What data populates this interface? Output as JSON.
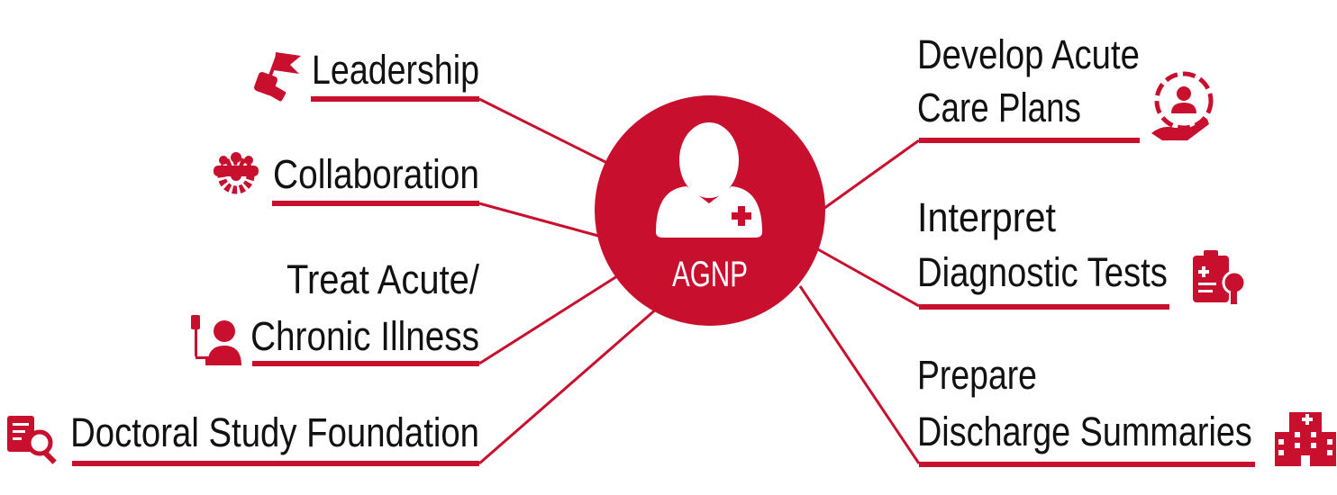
{
  "center": {
    "label": "AGNP",
    "icon": "nurse-person-icon"
  },
  "colors": {
    "accent": "#c8102e",
    "text": "#111111"
  },
  "left_nodes": [
    {
      "lines": [
        "Leadership"
      ],
      "icon": "flag-hand-icon"
    },
    {
      "lines": [
        "Collaboration"
      ],
      "icon": "team-gear-icon"
    },
    {
      "lines": [
        "Treat Acute/",
        "Chronic Illness"
      ],
      "icon": "patient-iv-icon"
    },
    {
      "lines": [
        "Doctoral Study Foundation"
      ],
      "icon": "document-search-icon"
    }
  ],
  "right_nodes": [
    {
      "lines": [
        "Develop Acute",
        "Care Plans"
      ],
      "icon": "care-hand-cycle-icon"
    },
    {
      "lines": [
        "Interpret",
        "Diagnostic Tests"
      ],
      "icon": "clipboard-magnifier-icon"
    },
    {
      "lines": [
        "Prepare",
        "Discharge Summaries"
      ],
      "icon": "hospital-icon"
    }
  ]
}
